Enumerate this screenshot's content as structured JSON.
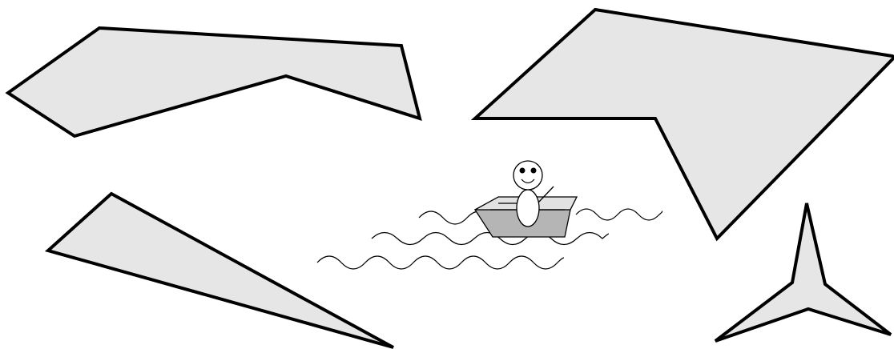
{
  "colors": {
    "shape_fill": "#e6e6e6",
    "outline": "#000000",
    "boat_hull": "#b5b5b5",
    "boat_deck": "#e2e2e2",
    "figure_fill": "#ffffff",
    "background": "#ffffff"
  },
  "shapes": [
    {
      "name": "top-left-polygon"
    },
    {
      "name": "top-right-polygon"
    },
    {
      "name": "bottom-left-triangle"
    },
    {
      "name": "bottom-right-star"
    }
  ],
  "illustration": {
    "boat": "rowboat",
    "person": "smiling-stick-figure",
    "water": "wavy-lines"
  }
}
